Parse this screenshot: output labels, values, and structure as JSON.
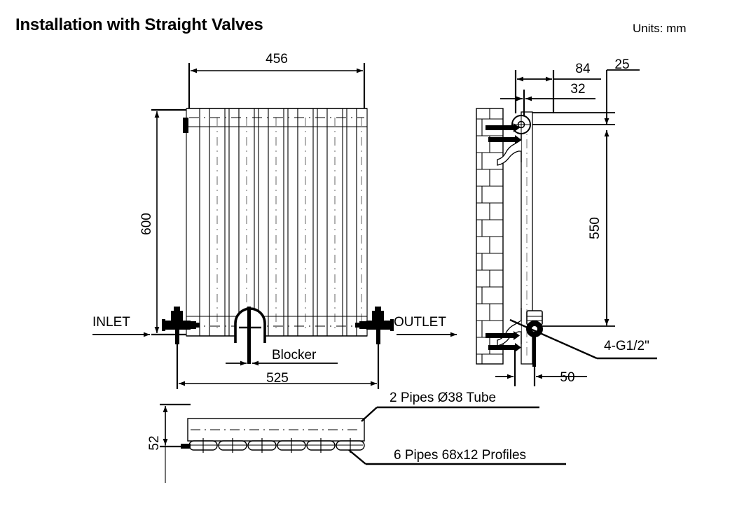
{
  "header": {
    "title": "Installation with Straight Valves",
    "units": "Units: mm"
  },
  "front_view": {
    "width_dim": "456",
    "height_dim": "600",
    "valve_center_dim": "525",
    "inlet_label": "INLET",
    "outlet_label": "OUTLET",
    "blocker_label": "Blocker"
  },
  "side_view": {
    "bracket_offset_dim": "84",
    "wall_gap_dim": "32",
    "panel_depth_dim": "25",
    "bracket_span_dim": "550",
    "valve_offset_dim": "50",
    "thread_label": "4-G1/2\""
  },
  "top_view": {
    "depth_dim": "52",
    "tube_note": "2 Pipes Ø38 Tube",
    "profile_note": "6 Pipes 68x12 Profiles"
  },
  "colors": {
    "line": "#000000",
    "background": "#ffffff",
    "hatch": "#000000"
  },
  "icons": {
    "arrow": "dimension-arrow",
    "brick": "brick-hatch",
    "valve": "straight-valve",
    "anchor": "wall-anchor-screw"
  }
}
